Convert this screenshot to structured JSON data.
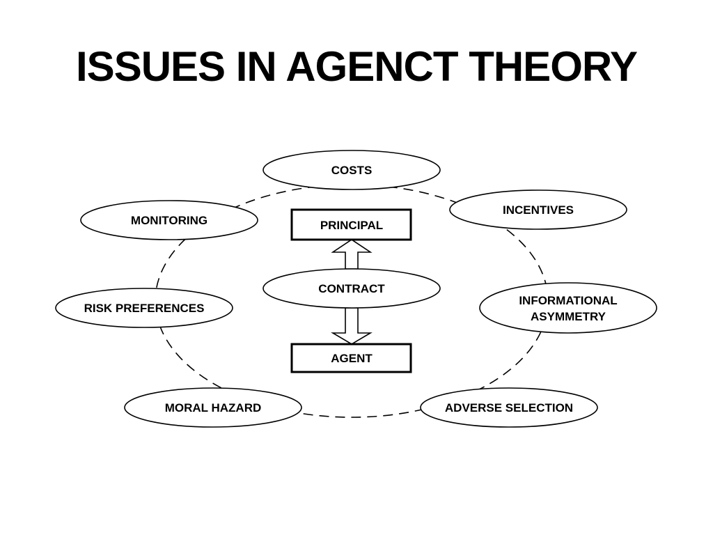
{
  "title": "ISSUES IN AGENCT THEORY",
  "diagram": {
    "center": {
      "principal": "PRINCIPAL",
      "contract": "CONTRACT",
      "agent": "AGENT"
    },
    "issues": {
      "costs": [
        "COSTS"
      ],
      "incentives": [
        "INCENTIVES"
      ],
      "informational_asymmetry": [
        "INFORMATIONAL",
        "ASYMMETRY"
      ],
      "adverse_selection": [
        "ADVERSE SELECTION"
      ],
      "moral_hazard": [
        "MORAL HAZARD"
      ],
      "risk_preferences": [
        "RISK PREFERENCES"
      ],
      "monitoring": [
        "MONITORING"
      ]
    }
  }
}
